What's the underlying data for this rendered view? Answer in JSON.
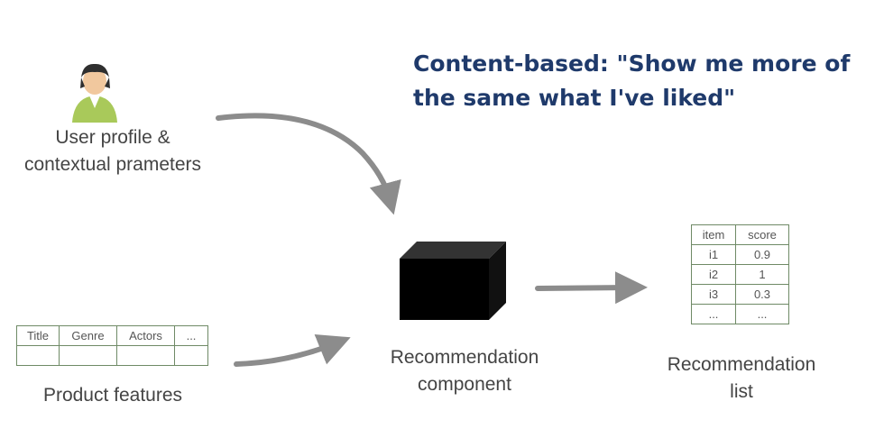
{
  "title": "Content-based: \"Show me more of the same what I've liked\"",
  "icons": {
    "user": "user-avatar-icon",
    "box": "black-box-icon"
  },
  "nodes": {
    "user": "User profile & contextual prameters",
    "user_line1": "User profile &",
    "user_line2": "contextual prameters",
    "product": "Product features",
    "component_line1": "Recommendation",
    "component_line2": "component",
    "list_line1": "Recommendation",
    "list_line2": "list"
  },
  "product_table": {
    "headers": [
      "Title",
      "Genre",
      "Actors",
      "..."
    ]
  },
  "recommendation_table": {
    "headers": [
      "item",
      "score"
    ],
    "rows": [
      [
        "i1",
        "0.9"
      ],
      [
        "i2",
        "1"
      ],
      [
        "i3",
        "0.3"
      ],
      [
        "...",
        "..."
      ]
    ]
  },
  "colors": {
    "title": "#1f3a6b",
    "arrow": "#8c8c8c",
    "table_border": "#6f8a66",
    "user_shirt": "#a9c95a"
  }
}
